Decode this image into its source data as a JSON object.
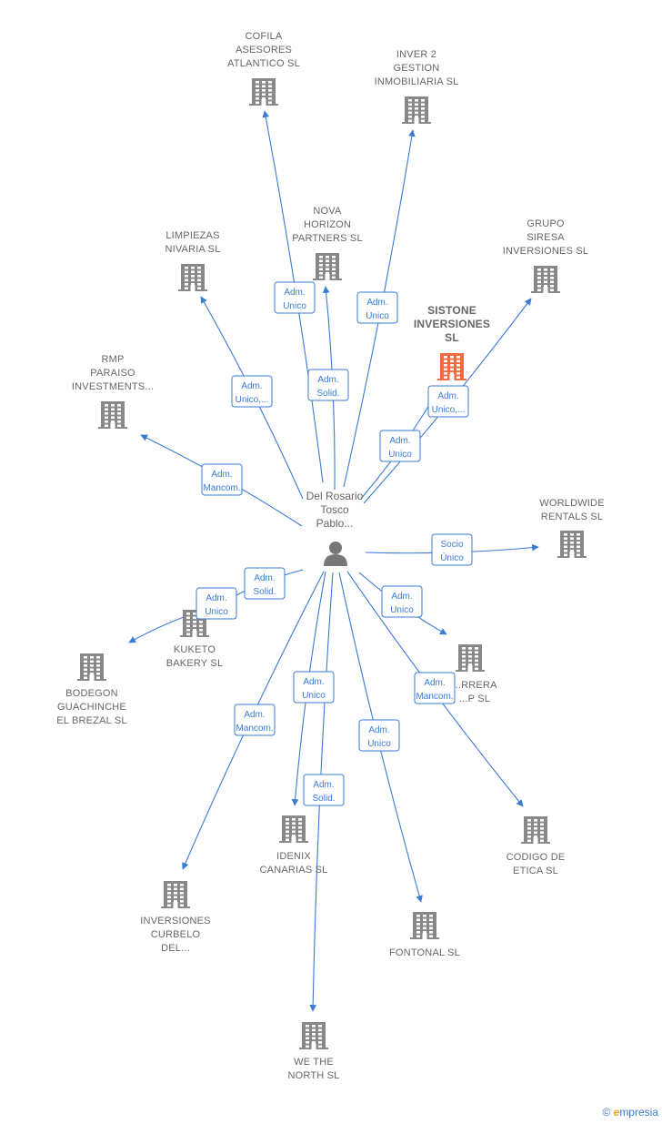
{
  "colors": {
    "edge": "#3a7bd5",
    "node": "#888888",
    "focus": "#f26a3d",
    "label": "#666666"
  },
  "center": {
    "id": "person",
    "label": [
      "Del Rosario",
      "Tosco",
      "Pablo..."
    ],
    "icon": "person-icon"
  },
  "nodes": [
    {
      "id": "cofila",
      "label": [
        "COFILA",
        "ASESORES",
        "ATLANTICO  SL"
      ]
    },
    {
      "id": "inver2",
      "label": [
        "INVER 2",
        "GESTION",
        "INMOBILIARIA SL"
      ]
    },
    {
      "id": "nova",
      "label": [
        "NOVA",
        "HORIZON",
        "PARTNERS  SL"
      ]
    },
    {
      "id": "limpiezas",
      "label": [
        "LIMPIEZAS",
        "NIVARIA  SL"
      ]
    },
    {
      "id": "grupo",
      "label": [
        "GRUPO",
        "SIRESA",
        "INVERSIONES SL"
      ]
    },
    {
      "id": "sistone",
      "label": [
        "SISTONE",
        "INVERSIONES",
        "SL"
      ],
      "focus": true
    },
    {
      "id": "rmp",
      "label": [
        "RMP",
        "PARAISO",
        "INVESTMENTS..."
      ]
    },
    {
      "id": "worldwide",
      "label": [
        "WORLDWIDE",
        "RENTALS  SL"
      ]
    },
    {
      "id": "kuketo",
      "label": [
        "KUKETO",
        "BAKERY  SL"
      ]
    },
    {
      "id": "bodegon",
      "label": [
        "BODEGON",
        "GUACHINCHE",
        "EL BREZAL  SL"
      ]
    },
    {
      "id": "carrera",
      "label": [
        "...RRERA",
        "...P  SL"
      ]
    },
    {
      "id": "codigo",
      "label": [
        "CODIGO DE",
        "ETICA SL"
      ]
    },
    {
      "id": "idenix",
      "label": [
        "IDENIX",
        "CANARIAS  SL"
      ]
    },
    {
      "id": "inversiones",
      "label": [
        "INVERSIONES",
        "CURBELO",
        "DEL..."
      ]
    },
    {
      "id": "fontonal",
      "label": [
        "FONTONAL  SL"
      ]
    },
    {
      "id": "wethenorth",
      "label": [
        "WE THE",
        "NORTH  SL"
      ]
    }
  ],
  "edges": [
    {
      "to": "cofila",
      "label": [
        "Adm.",
        "Unico"
      ]
    },
    {
      "to": "inver2",
      "label": [
        "Adm.",
        "Unico"
      ]
    },
    {
      "to": "nova",
      "label": [
        "Adm.",
        "Solid."
      ]
    },
    {
      "to": "limpiezas",
      "label": [
        "Adm.",
        "Unico,..."
      ]
    },
    {
      "to": "grupo",
      "label": [
        "Adm.",
        "Unico,..."
      ]
    },
    {
      "to": "sistone",
      "label": [
        "Adm.",
        "Unico"
      ]
    },
    {
      "to": "rmp",
      "label": [
        "Adm.",
        "Mancom."
      ]
    },
    {
      "to": "worldwide",
      "label": [
        "Socio",
        "Único"
      ]
    },
    {
      "to": "kuketo",
      "label": [
        "Adm.",
        "Solid."
      ]
    },
    {
      "to": "bodegon",
      "label": [
        "Adm.",
        "Unico"
      ]
    },
    {
      "to": "carrera",
      "label": [
        "Adm.",
        "Unico"
      ]
    },
    {
      "to": "codigo",
      "label": [
        "Adm.",
        "Mancom."
      ]
    },
    {
      "to": "idenix",
      "label": [
        "Adm.",
        "Unico"
      ]
    },
    {
      "to": "inversiones",
      "label": [
        "Adm.",
        "Mancom."
      ]
    },
    {
      "to": "fontonal",
      "label": [
        "Adm.",
        "Unico"
      ]
    },
    {
      "to": "wethenorth",
      "label": [
        "Adm.",
        "Solid."
      ]
    }
  ],
  "brand": {
    "symbol": "©",
    "initial": "e",
    "name": "mpresia"
  }
}
